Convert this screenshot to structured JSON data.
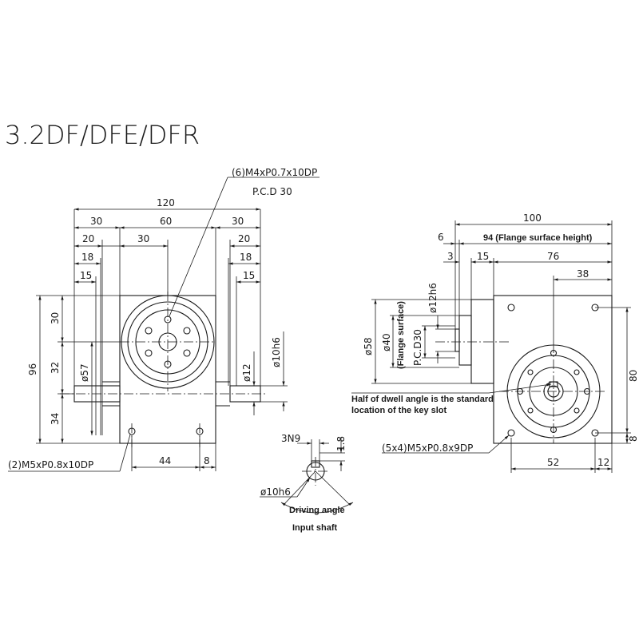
{
  "title": "3.2DF/DFE/DFR",
  "front_view": {
    "callout_holes": "(6)M4xP0.7x10DP",
    "callout_pcd": "P.C.D  30",
    "dim_total_width": "120",
    "dim_left_30": "30",
    "dim_center_60": "60",
    "dim_right_30": "30",
    "dim_left_20": "20",
    "dim_inner_30": "30",
    "dim_right_20": "20",
    "dim_left_18": "18",
    "dim_right_18": "18",
    "dim_left_15": "15",
    "dim_right_15": "15",
    "dim_height_96": "96",
    "dim_v_30": "30",
    "dim_v_32": "32",
    "dim_v_34": "34",
    "dim_dia57": "ø57",
    "dim_dia12": "ø12",
    "dim_dia10h6": "ø10h6",
    "callout_base_holes": "(2)M5xP0.8x10DP",
    "dim_44": "44",
    "dim_8": "8"
  },
  "shaft_detail": {
    "dim_3n9": "3N9",
    "dim_1_8": "1.8",
    "dim_dia10h6": "ø10h6",
    "label_driving_angle": "Driving angle",
    "label_input_shaft": "Input shaft"
  },
  "side_view": {
    "dim_100": "100",
    "dim_6": "6",
    "dim_94": "94 (Flange surface height)",
    "dim_3": "3",
    "dim_15": "15",
    "dim_76": "76",
    "dim_38": "38",
    "dim_dia12h6": "ø12h6",
    "dim_dia58": "ø58",
    "dim_dia40": "ø40",
    "label_flange_surface": "(Flange surface)",
    "dim_pcd30": "P.C.D30",
    "dim_80": "80",
    "dim_8": "8",
    "note_dwell_line1": "Half of dwell angle is the standard",
    "note_dwell_line2": "location of the key slot",
    "callout_holes": "(5x4)M5xP0.8x9DP",
    "dim_52": "52",
    "dim_12": "12"
  }
}
